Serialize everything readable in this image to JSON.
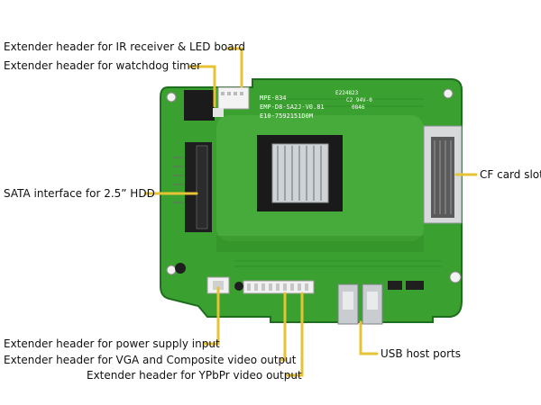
{
  "board": {
    "silk_model": "MPE-834",
    "silk_part": "EMP-D8-SA2J-V0.81",
    "silk_serial": "E10-7592151D0M",
    "silk_cert_mark": "E224823",
    "silk_cert_code": "C2 94V-0",
    "silk_date": "0846",
    "pcb_color": "#3aa02f",
    "pcb_dark": "#1f6e1d",
    "callout_color": "#e6c335"
  },
  "callouts": {
    "ir_header": "Extender header for IR receiver & LED board",
    "watchdog_header": "Extender header for watchdog timer",
    "sata": "SATA interface for 2.5” HDD",
    "cf_slot": "CF card slot",
    "power_header": "Extender header for power supply input",
    "vga_header": "Extender header for VGA and Composite video output",
    "usb_ports": "USB host ports",
    "ypbpr_header": "Extender header for YPbPr video output"
  }
}
